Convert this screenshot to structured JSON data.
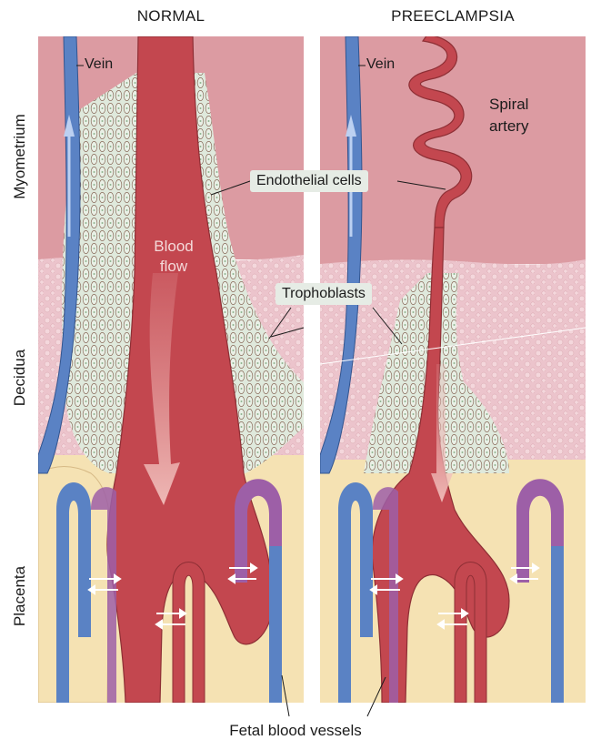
{
  "headings": {
    "normal": "NORMAL",
    "preeclampsia": "PREECLAMPSIA"
  },
  "layers": {
    "myometrium": "Myometrium",
    "decidua": "Decidua",
    "placenta": "Placenta"
  },
  "labels": {
    "vein": "Vein",
    "spiral_artery_line1": "Spiral",
    "spiral_artery_line2": "artery",
    "endothelial_cells": "Endothelial cells",
    "trophoblasts": "Trophoblasts",
    "blood_flow_line1": "Blood",
    "blood_flow_line2": "flow",
    "fetal_blood_vessels": "Fetal blood vessels"
  },
  "colors": {
    "myometrium": "#dc9ba2",
    "decidua": "#ecc4cc",
    "placenta": "#f5e2b3",
    "artery": "#c3474f",
    "vein": "#5a82c4",
    "trophoblast": "#dfe9dc",
    "callout_bg": "#e6ece5"
  }
}
